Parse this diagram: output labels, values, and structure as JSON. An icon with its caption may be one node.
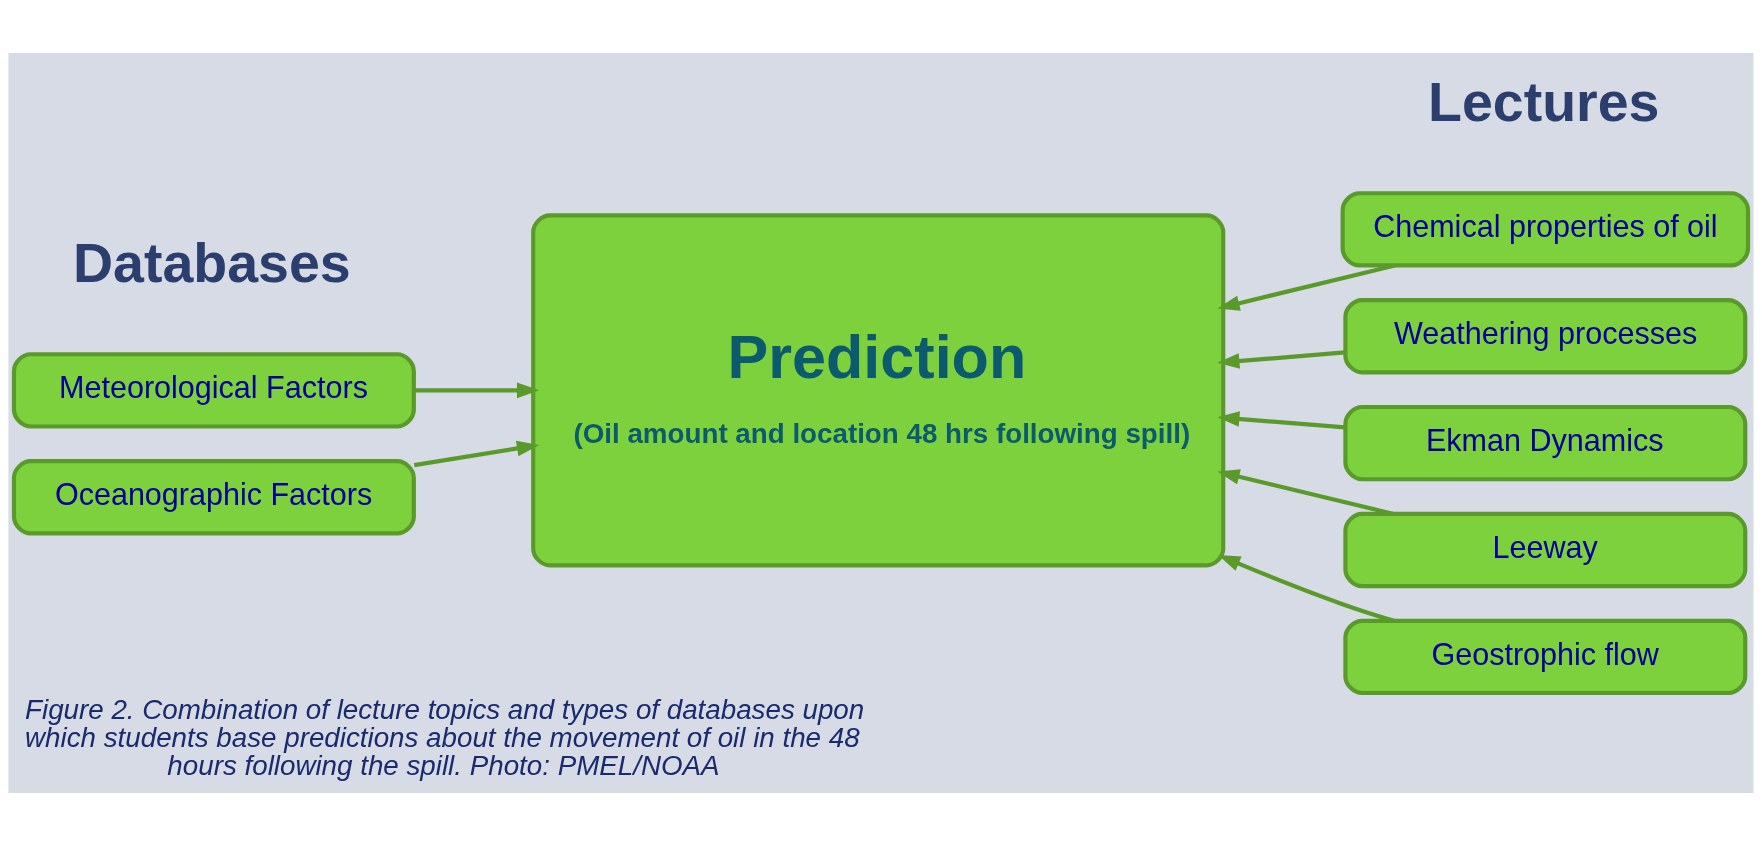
{
  "diagram": {
    "caption": "Figure 2. Combination of lecture topics and types of databases upon which students base predictions about the movement of oil in the 48 hours following the spill. Photo: PMEL/NOAA",
    "nodes": [
      {
        "text": [
          "Meteorological Factors"
        ]
      },
      {
        "text": [
          "Oceanographic Factors"
        ]
      },
      {
        "text": [
          "Prediction",
          "(Oil amount and location 48 hrs following spill)"
        ]
      },
      {
        "text": [
          "Chemical properties of oil"
        ]
      },
      {
        "text": [
          "Weathering processes"
        ]
      },
      {
        "text": [
          "Ekman Dynamics"
        ]
      },
      {
        "text": [
          "Leeway"
        ]
      },
      {
        "text": [
          "Geostrophic flow"
        ]
      }
    ],
    "edges": [
      {
        "from": 0,
        "to": 2,
        "arrow": "to"
      },
      {
        "from": 1,
        "to": 2,
        "arrow": "to"
      },
      {
        "from": 3,
        "to": 2,
        "arrow": "to"
      },
      {
        "from": 4,
        "to": 2,
        "arrow": "to"
      },
      {
        "from": 5,
        "to": 2,
        "arrow": "to"
      },
      {
        "from": 6,
        "to": 2,
        "arrow": "to"
      },
      {
        "from": 7,
        "to": 2,
        "arrow": "to"
      }
    ],
    "labels": [
      "Databases",
      "Lectures"
    ]
  }
}
